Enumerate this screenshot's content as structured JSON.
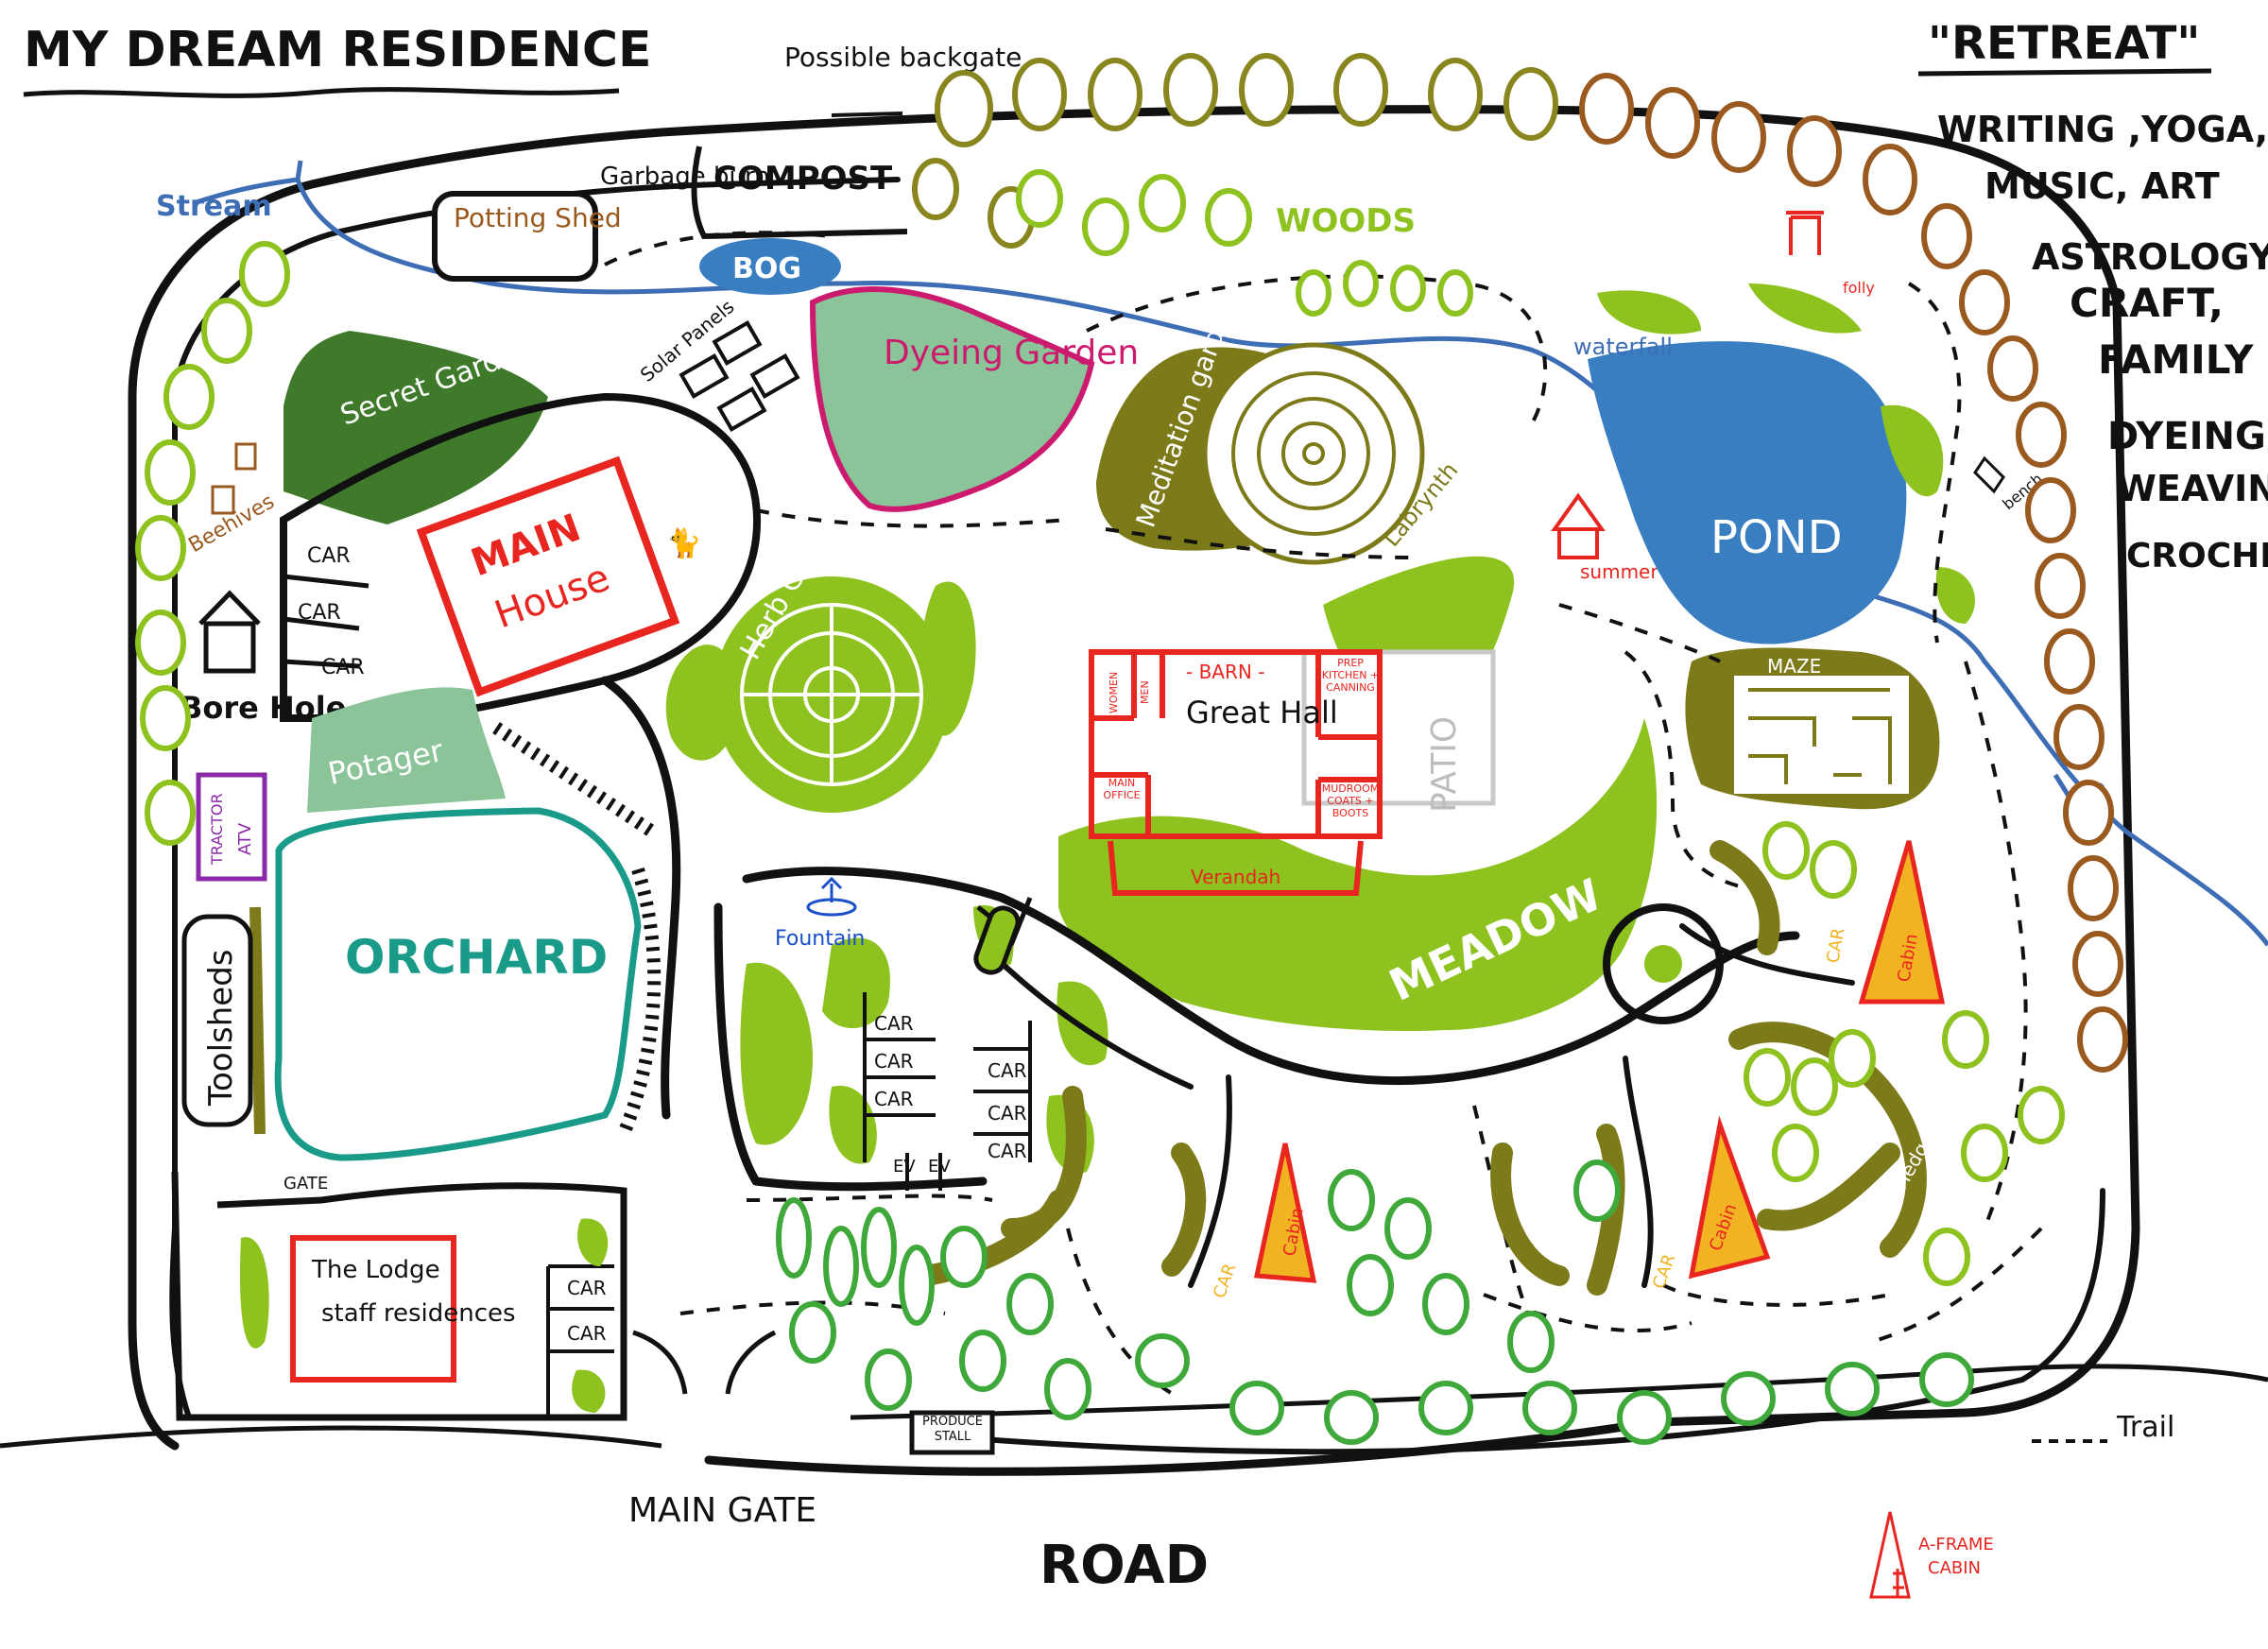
{
  "title": "MY DREAM RESIDENCE",
  "retreat": {
    "heading": "\"RETREAT\"",
    "lines": [
      "WRITING ,YOGA,",
      "MUSIC, ART",
      "ASTROLOGY,",
      "CRAFT,",
      "FAMILY",
      "DYEING",
      "WEAVING",
      "CROCHET"
    ]
  },
  "labels": {
    "possible_backgate": "Possible backgate",
    "stream": "Stream",
    "potting_shed": "Potting Shed",
    "garbage_burn": "Garbage burn",
    "compost": "COMPOST",
    "bog": "BOG",
    "solar_panels": "Solar Panels",
    "dyeing_garden": "Dyeing Garden",
    "woods": "WOODS",
    "waterfall": "waterfall",
    "folly": "folly",
    "secret_garden": "Secret Garden",
    "beehives": "Beehives",
    "main_house": "MAIN",
    "main_house_2": "House",
    "meditation_garden": "Meditation garden",
    "labrynth": "Labrynth",
    "summer_house": "summer house",
    "pond": "POND",
    "bench": "bench",
    "bore_hole": "Bore Hole",
    "herb_garden": "Herb Garden",
    "barn": "- BARN -",
    "great_hall": "Great Hall",
    "women": "WOMEN",
    "men": "MEN",
    "prep_kitchen": "PREP KITCHEN + CANNING",
    "main_office": "MAIN OFFICE",
    "mudroom": "MUDROOM COATS + BOOTS",
    "verandah": "Verandah",
    "patio": "PATIO",
    "maze": "MAZE",
    "potager": "Potager",
    "tractor": "TRACTOR",
    "atv": "ATV",
    "orchard": "ORCHARD",
    "fountain": "Fountain",
    "meadow": "MEADOW",
    "toolsheds": "Toolsheds",
    "cabin": "Cabin",
    "car": "CAR",
    "ev": "EV",
    "hedge": "hedge",
    "hedge_cap": "Hedge",
    "gate": "GATE",
    "the_lodge": "The Lodge",
    "staff_residences": "staff residences",
    "produce_stall": "PRODUCE STALL",
    "main_gate": "MAIN GATE",
    "road": "ROAD",
    "trail": "Trail",
    "a_frame": "A-FRAME",
    "cabin_caps": "CABIN"
  },
  "colors": {
    "grass": "#8dc21f",
    "olive": "#7d7a1a",
    "secret_garden": "#3f7a2a",
    "potager": "#8cc49a",
    "dyeing_garden": "#8cc49a",
    "pond": "#3a7ec2",
    "stream": "#3d6db5",
    "red": "#e8251f",
    "magenta": "#cc1a6e",
    "teal": "#1a9b8a",
    "purple": "#8a2aa8",
    "cabin_fill": "#f2b323",
    "brown_trees": "#9a5a1f",
    "olive_trees": "#8a861f",
    "green_trees": "#6ebd2a"
  }
}
